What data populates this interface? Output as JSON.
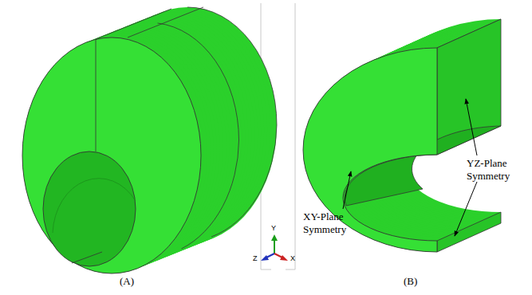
{
  "diagram": {
    "labels": [
      "(A)",
      "(B)",
      "YZ-Plane Symmetry",
      "XY-Plane Symmetry",
      "Y",
      "Z",
      "X"
    ]
  }
}
